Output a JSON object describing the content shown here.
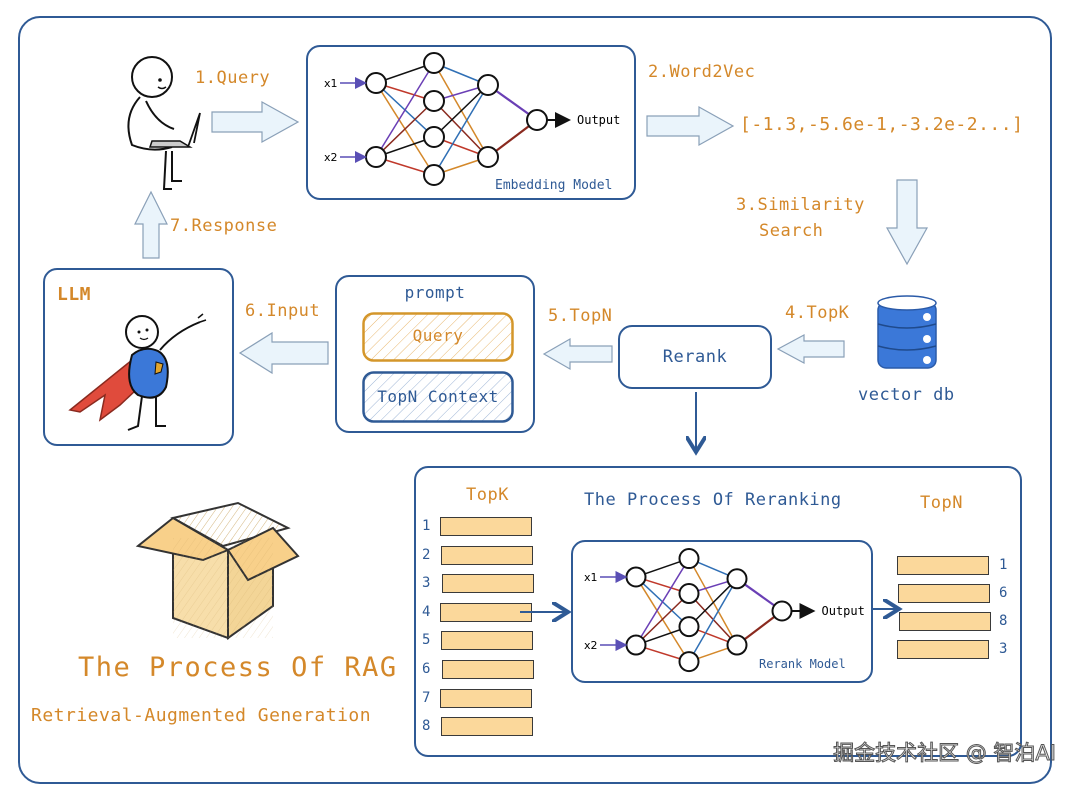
{
  "title": "The Process Of RAG",
  "subtitle": "Retrieval-Augmented Generation",
  "steps": {
    "query": "1.Query",
    "word2vec": "2.Word2Vec",
    "similarity_line1": "3.Similarity",
    "similarity_line2": "Search",
    "topk": "4.TopK",
    "topn": "5.TopN",
    "input": "6.Input",
    "response": "7.Response"
  },
  "embedding_model": {
    "label": "Embedding Model",
    "input1": "x1",
    "input2": "x2",
    "output": "Output"
  },
  "vector_example": "[-1.3,-5.6e-1,-3.2e-2...]",
  "vector_db_label": "vector db",
  "rerank_label": "Rerank",
  "prompt": {
    "title": "prompt",
    "query": "Query",
    "context": "TopN Context"
  },
  "llm_label": "LLM",
  "reranking_panel": {
    "title": "The Process Of Reranking",
    "topk_header": "TopK",
    "topn_header": "TopN",
    "topk_items": [
      "1",
      "2",
      "3",
      "4",
      "5",
      "6",
      "7",
      "8"
    ],
    "topn_items": [
      "1",
      "6",
      "8",
      "3"
    ],
    "model_label": "Rerank Model",
    "input1": "x1",
    "input2": "x2",
    "output": "Output"
  },
  "watermark": "掘金技术社区 @ 智泊AI",
  "colors": {
    "accent_orange": "#d4882a",
    "border_blue": "#2f5a95",
    "slot_fill": "#fbd89b",
    "arrow_fill": "#eaf4fb",
    "db_blue": "#3b78d8",
    "cape_red": "#e04b3c"
  }
}
